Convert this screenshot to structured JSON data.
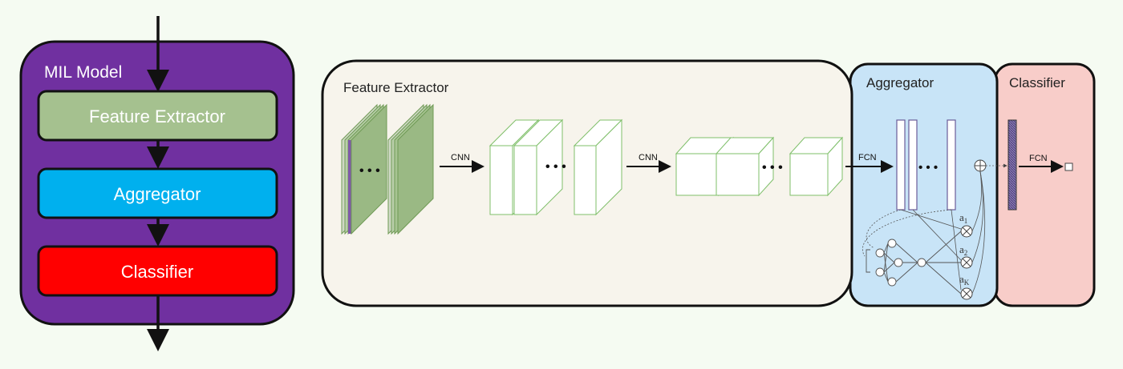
{
  "mil_model": {
    "title": "MIL Model",
    "blocks": {
      "feature_extractor": {
        "label": "Feature Extractor",
        "color": "#a5c18f"
      },
      "aggregator": {
        "label": "Aggregator",
        "color": "#00b0ee"
      },
      "classifier": {
        "label": "Classifier",
        "color": "#ff0000"
      }
    },
    "panel_color": "#7030a0"
  },
  "pipeline": {
    "feature_extractor": {
      "title": "Feature Extractor",
      "bg": "#f7f4ec"
    },
    "aggregator": {
      "title": "Aggregator",
      "bg": "#c8e4f7"
    },
    "classifier": {
      "title": "Classifier",
      "bg": "#f8cdc9"
    },
    "arrows": {
      "cnn_1": "CNN",
      "cnn_2": "CNN",
      "fcn_1": "FCN",
      "fcn_2": "FCN"
    },
    "dots": "• • •",
    "attention_weights": {
      "a1": "a",
      "a1_sub": "1",
      "a2": "a",
      "a2_sub": "2",
      "aK": "a",
      "aK_sub": "K"
    },
    "cube_color": "#7fbf6a"
  }
}
